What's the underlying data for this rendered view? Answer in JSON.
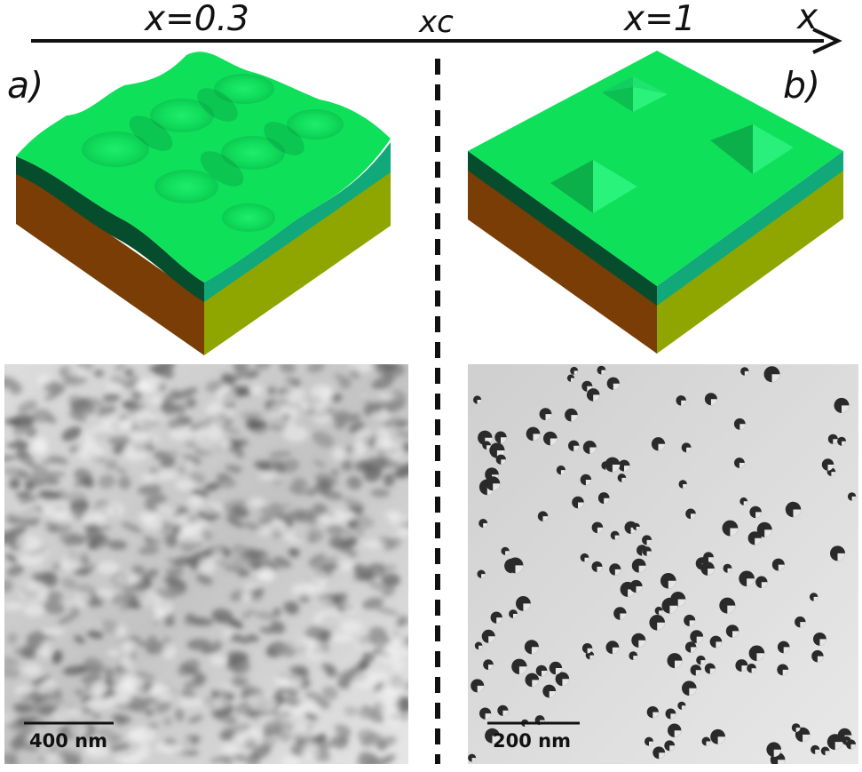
{
  "axis": {
    "label_left": "x=0.3",
    "label_center": "xc",
    "label_right": "x=1",
    "axis_name": "x"
  },
  "panels": {
    "a": {
      "label": "a)",
      "scale_bar": "400 nm"
    },
    "b": {
      "label": "b)",
      "scale_bar": "200 nm"
    }
  },
  "colors": {
    "top_surface": "#0ee05a",
    "wetting_layer": "#11a87a",
    "wetting_layer_dark": "#064d2e",
    "substrate_left": "#7a3d06",
    "substrate_right": "#8fa600",
    "separator": "#111111"
  }
}
